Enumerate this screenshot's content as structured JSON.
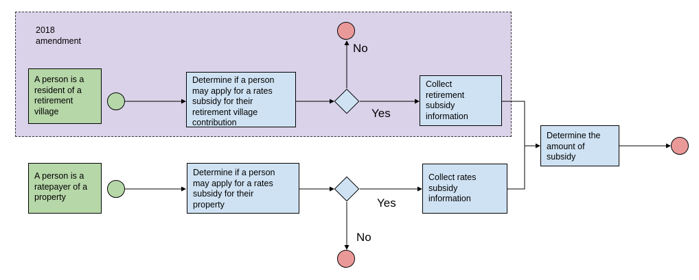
{
  "amendment": {
    "label": "2018\namendment"
  },
  "row1": {
    "trigger": "A person is a\nresident of a\nretirement\nvillage",
    "determine": "Determine  if a person\nmay apply for a rates\nsubsidy for their\nretirement village\ncontribution",
    "collect": "Collect\nretirement\nsubsidy\ninformation",
    "yes_label": "Yes",
    "no_label": "No"
  },
  "row2": {
    "trigger": "A person is a\nratepayer of a\nproperty",
    "determine": "Determine if a person\nmay apply for a rates\nsubsidy for their\nproperty",
    "collect": "Collect rates\nsubsidy\ninformation",
    "yes_label": "Yes",
    "no_label": "No"
  },
  "final": {
    "determine": "Determine the\namount of\nsubsidy"
  },
  "colors": {
    "green": "#b6d7a8",
    "blue": "#cfe2f3",
    "red": "#ea9999",
    "purple": "#d9d2e9"
  }
}
